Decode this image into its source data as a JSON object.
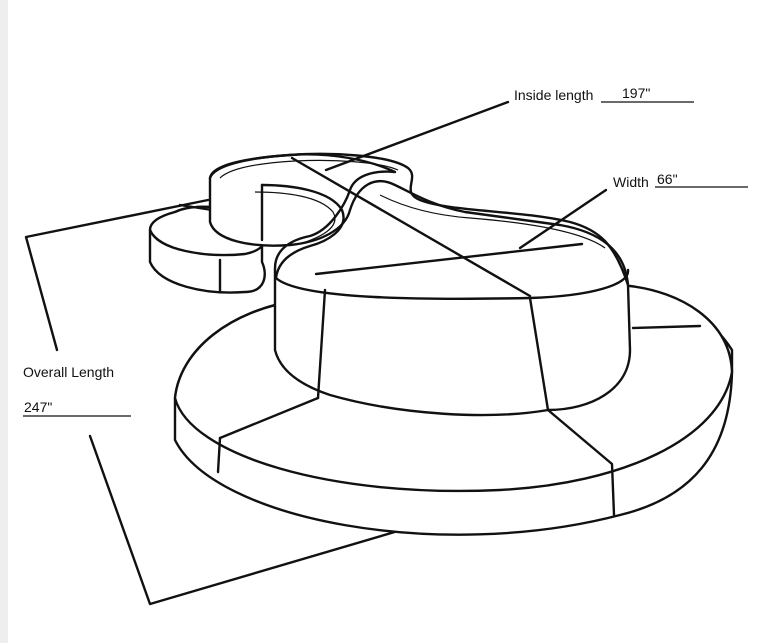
{
  "labels": {
    "inside_length": {
      "label": "Inside length",
      "value": "197\""
    },
    "width": {
      "label": "Width",
      "value": "66\""
    },
    "overall_length": {
      "label": "Overall Length",
      "value": "247\""
    }
  },
  "colors": {
    "line": "#111111",
    "background": "#ffffff"
  }
}
